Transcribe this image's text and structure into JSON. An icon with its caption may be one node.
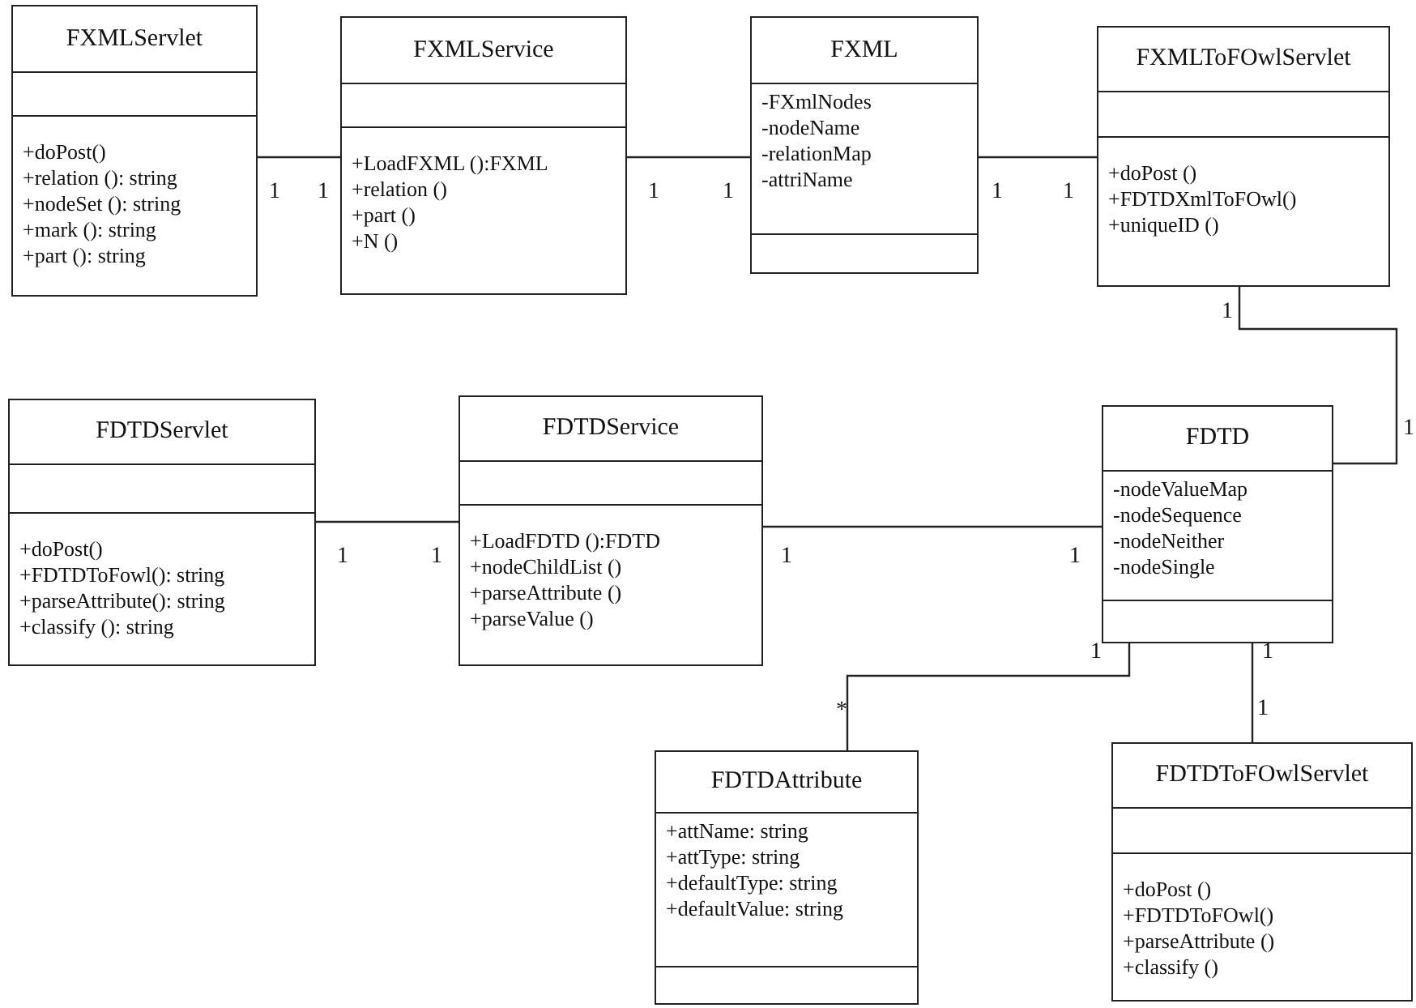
{
  "diagram": {
    "nodes": [
      {
        "text": [
          "FXMLServlet",
          "+doPost()",
          "+relation (): string",
          "+nodeSet (): string",
          "+mark (): string",
          "+part (): string"
        ]
      },
      {
        "text": [
          "FXMLService",
          "+LoadFXML ():FXML",
          "+relation ()",
          "+part ()",
          "+N ()"
        ]
      },
      {
        "text": [
          "FXML",
          "-FXmlNodes",
          "-nodeName",
          "-relationMap",
          "-attriName"
        ]
      },
      {
        "text": [
          "FXMLToFOwlServlet",
          "+doPost ()",
          "+FDTDXmlToFOwl()",
          "+uniqueID ()"
        ]
      },
      {
        "text": [
          "FDTDServlet",
          "+doPost()",
          "+FDTDToFowl(): string",
          "+parseAttribute(): string",
          "+classify (): string"
        ]
      },
      {
        "text": [
          "FDTDService",
          "+LoadFDTD ():FDTD",
          "+nodeChildList ()",
          "+parseAttribute ()",
          "+parseValue ()"
        ]
      },
      {
        "text": [
          "FDTD",
          "-nodeValueMap",
          "-nodeSequence",
          "-nodeNeither",
          "-nodeSingle"
        ]
      },
      {
        "text": [
          "FDTDAttribute",
          "+attName: string",
          "+attType: string",
          "+defaultType: string",
          "+defaultValue: string"
        ]
      },
      {
        "text": [
          "FDTDToFOwlServlet",
          "+doPost ()",
          "+FDTDToFOwl()",
          "+parseAttribute ()",
          "+classify ()"
        ]
      }
    ],
    "edges": [
      {
        "from": 0,
        "to": 1,
        "arrow": "none"
      },
      {
        "from": 1,
        "to": 2,
        "arrow": "none"
      },
      {
        "from": 2,
        "to": 3,
        "arrow": "none"
      },
      {
        "from": 3,
        "to": 6,
        "arrow": "none"
      },
      {
        "from": 4,
        "to": 5,
        "arrow": "none"
      },
      {
        "from": 5,
        "to": 6,
        "arrow": "none"
      },
      {
        "from": 6,
        "to": 7,
        "arrow": "none"
      },
      {
        "from": 6,
        "to": 8,
        "arrow": "none"
      }
    ],
    "labels": [
      "1",
      "1",
      "1",
      "1",
      "1",
      "1",
      "1",
      "1",
      "1",
      "1",
      "1",
      "1",
      "1",
      "1",
      "*",
      "1"
    ]
  }
}
